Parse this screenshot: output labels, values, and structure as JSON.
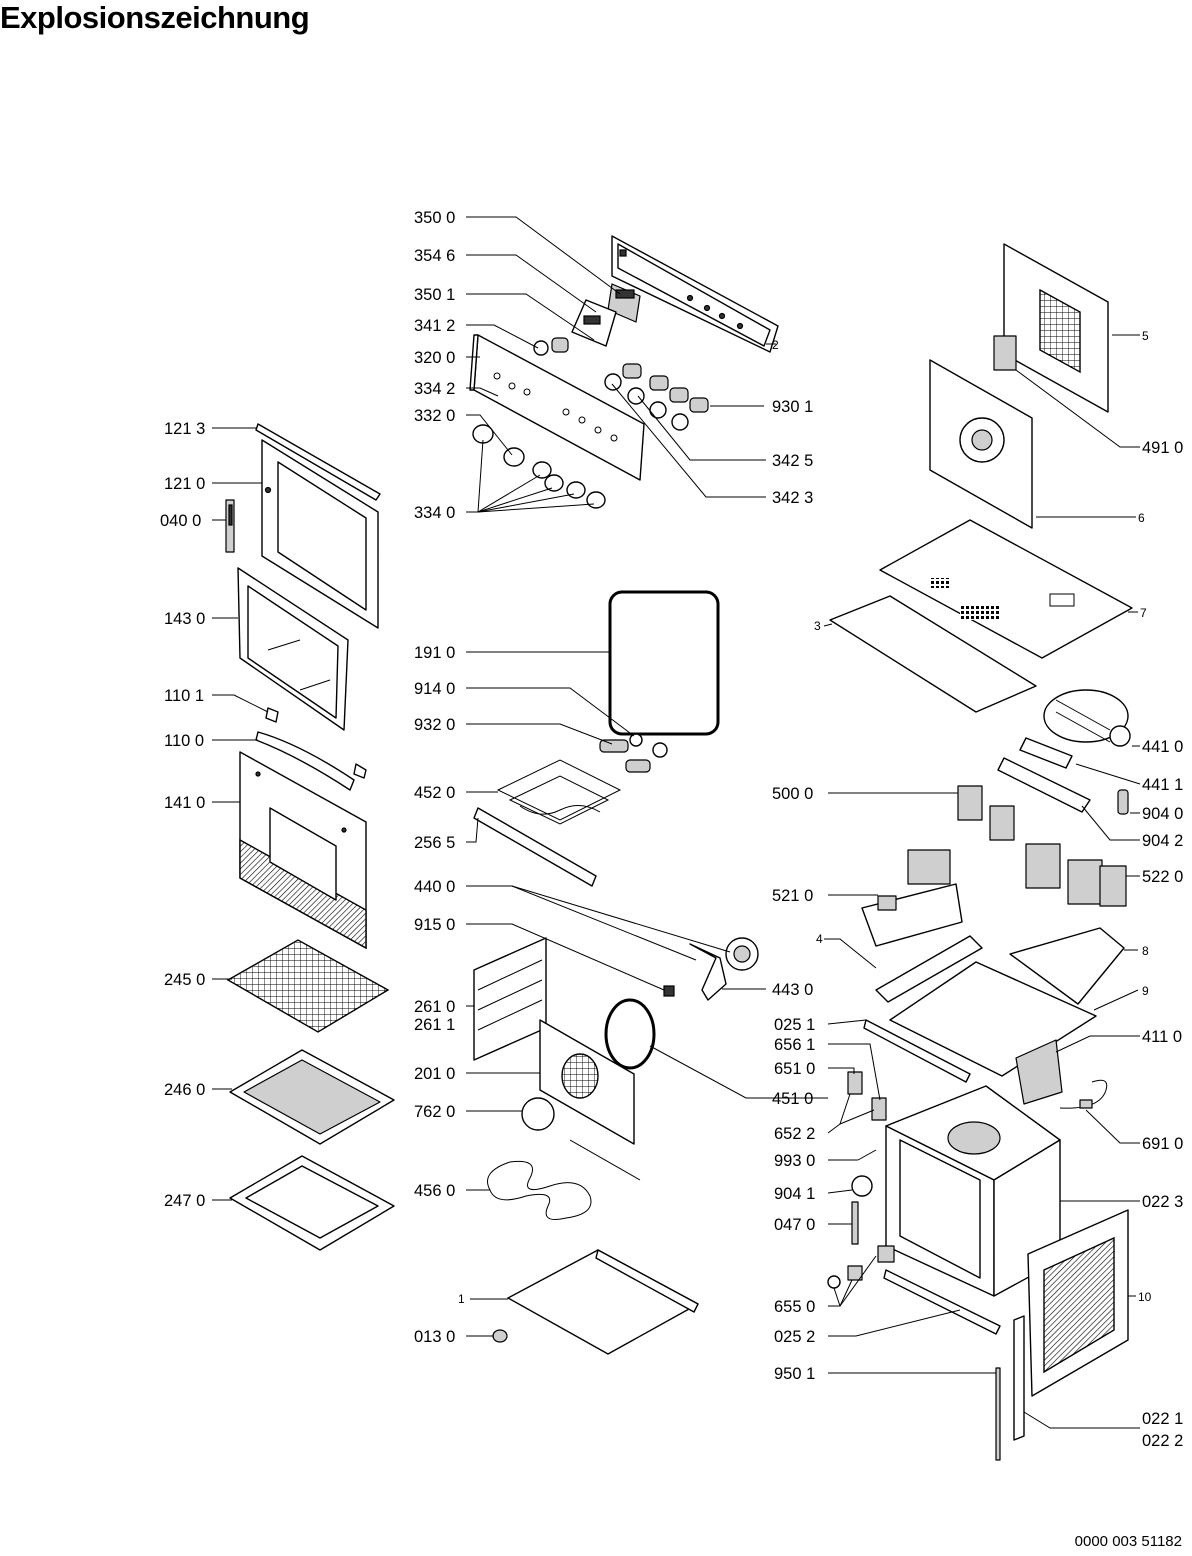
{
  "title": "Explosionszeichnung",
  "doc_number": "0000 003 51182",
  "labels": {
    "p3500": "350 0",
    "p3546": "354 6",
    "p3501": "350 1",
    "p3412": "341 2",
    "p3200": "320 0",
    "p3342": "334 2",
    "p3320": "332 0",
    "p3340": "334 0",
    "p9301": "930 1",
    "p3425": "342 5",
    "p3423": "342 3",
    "c2": "2",
    "p1213": "121 3",
    "p1210": "121 0",
    "p0400": "040 0",
    "p1430": "143 0",
    "p1101": "110 1",
    "p1100": "110 0",
    "p1410": "141 0",
    "p2450": "245 0",
    "p2460": "246 0",
    "p2470": "247 0",
    "p1910": "191 0",
    "p9140": "914 0",
    "p9320": "932 0",
    "p4520": "452 0",
    "p2565": "256 5",
    "p4400": "440 0",
    "p9150": "915 0",
    "p2610": "261 0",
    "p2611": "261 1",
    "p2010": "201 0",
    "p7620": "762 0",
    "p4560": "456 0",
    "c1": "1",
    "p0130": "013 0",
    "p4430": "443 0",
    "p4510": "451 0",
    "c5": "5",
    "p4910": "491 0",
    "c6": "6",
    "c7": "7",
    "c3": "3",
    "p4410": "441 0",
    "p4411": "441 1",
    "p5000": "500 0",
    "p9040": "904 0",
    "p9042": "904 2",
    "p5220": "522 0",
    "p5210": "521 0",
    "c4": "4",
    "c8": "8",
    "c9": "9",
    "p0251": "025 1",
    "p4110": "411 0",
    "p6561": "656 1",
    "p6510": "651 0",
    "p6522": "652 2",
    "p6910": "691 0",
    "p9930": "993 0",
    "p9041": "904 1",
    "p0223": "022 3",
    "p0470": "047 0",
    "p6550": "655 0",
    "c10": "10",
    "p0252": "025 2",
    "p9501": "950 1",
    "p0221": "022 1",
    "p0222": "022 2"
  }
}
